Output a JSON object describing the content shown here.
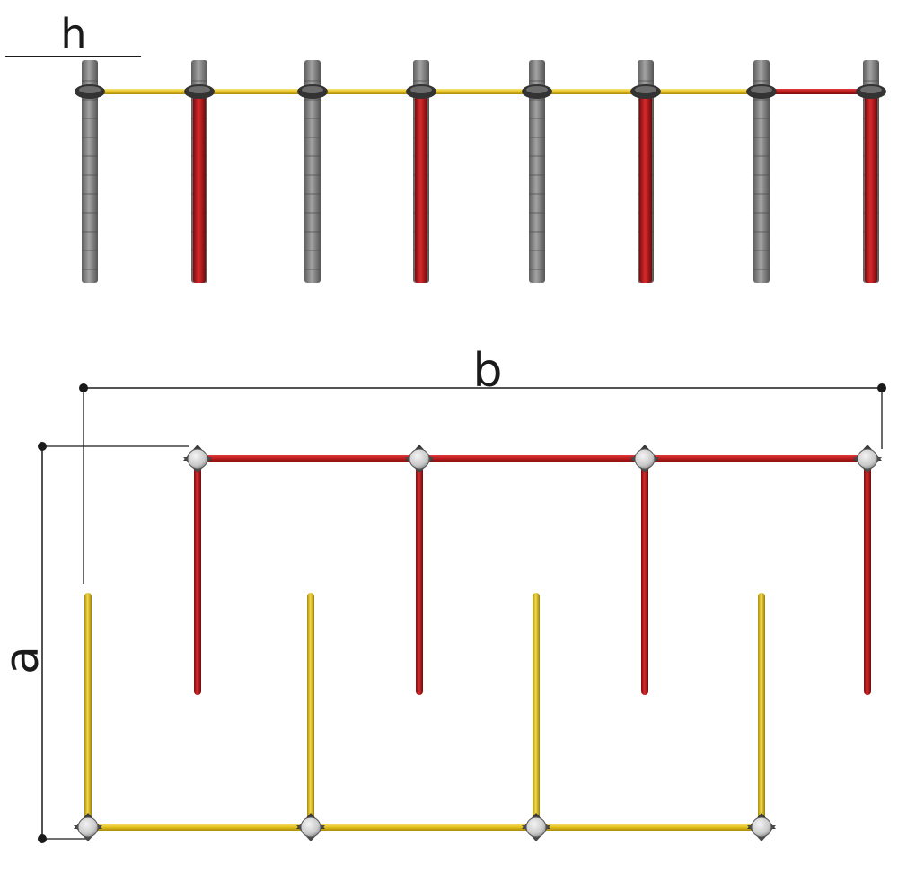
{
  "labels": {
    "height": "h",
    "width": "b",
    "depth": "a"
  },
  "colors": {
    "background": "#ffffff",
    "post": "#8a8a8a",
    "post_dark": "#5c5c5c",
    "bar_red": "#b5191b",
    "bar_red_dark": "#7c0c0e",
    "bar_yellow": "#e6c21e",
    "bar_yellow_dark": "#a98b0b",
    "joint": "#3a3a3a",
    "node_fill": "#d8d8d8",
    "dimension_line": "#1a1a1a"
  }
}
